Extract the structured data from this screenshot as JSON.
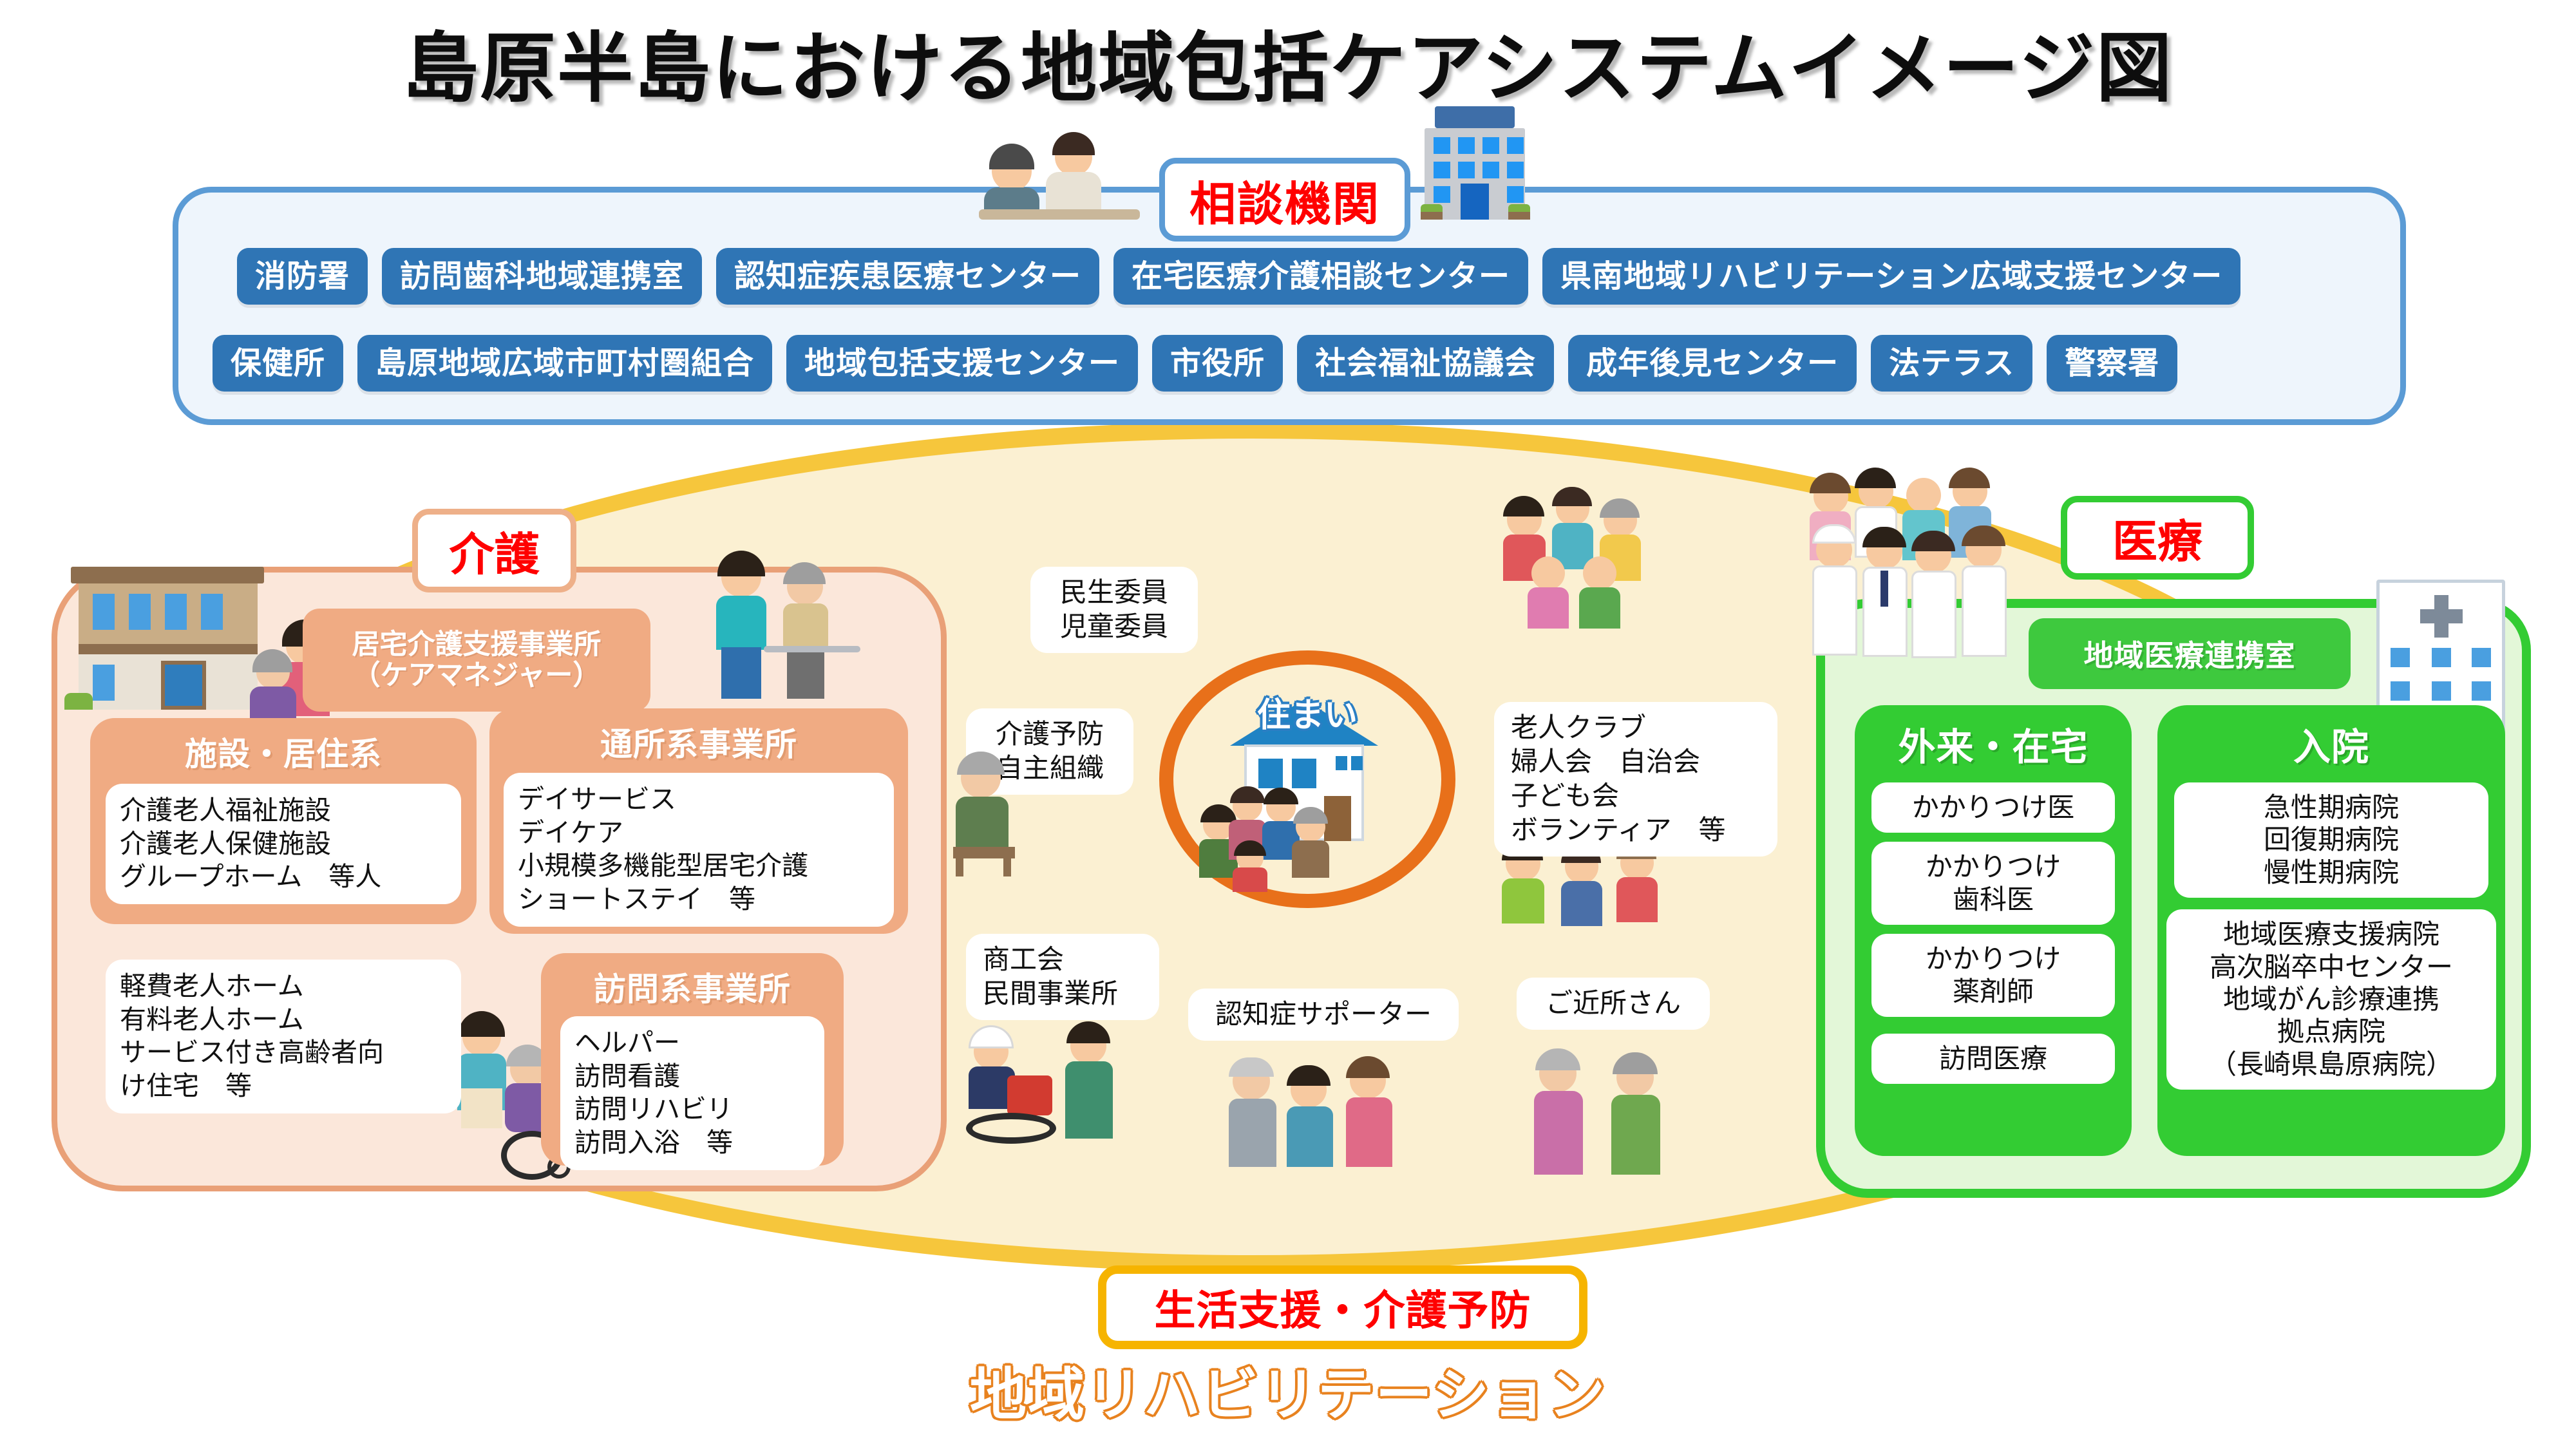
{
  "title": "島原半島における地域包括ケアシステムイメージ図",
  "consultation": {
    "label": "相談機関",
    "icons": [
      "meeting-people-icon",
      "city-hall-icon"
    ],
    "row1": [
      "消防署",
      "訪問歯科地域連携室",
      "認知症疾患医療センター",
      "在宅医療介護相談センター",
      "県南地域リハビリテーション広域支援センター"
    ],
    "row2": [
      "保健所",
      "島原地域広域市町村圏組合",
      "地域包括支援センター",
      "市役所",
      "社会福祉協議会",
      "成年後見センター",
      "法テラス",
      "警察署"
    ]
  },
  "care": {
    "label": "介護",
    "care_manager": [
      "居宅介護支援事業所",
      "（ケアマネジャー）"
    ],
    "groups": [
      {
        "title": "施設・居住系",
        "items": [
          [
            "介護老人福祉施設",
            "介護老人保健施設",
            "グループホーム　等人"
          ],
          [
            "軽費老人ホーム",
            "有料老人ホーム",
            "サービス付き高齢者向",
            "け住宅　等"
          ]
        ]
      },
      {
        "title": "通所系事業所",
        "items": [
          [
            "デイサービス",
            "デイケア",
            "小規模多機能型居宅介護",
            "ショートステイ　等"
          ]
        ]
      },
      {
        "title": "訪問系事業所",
        "items": [
          [
            "ヘルパー",
            "訪問看護",
            "訪問リハビリ",
            "訪問入浴　等"
          ]
        ]
      }
    ]
  },
  "center": {
    "home_label": "住まい",
    "boxes": [
      {
        "name": "minsei-iin",
        "lines": [
          "民生委員",
          "児童委員"
        ]
      },
      {
        "name": "kaigo-yobou",
        "lines": [
          "介護予防",
          "自主組織"
        ]
      },
      {
        "name": "shokokai",
        "lines": [
          "商工会",
          "民間事業所"
        ]
      },
      {
        "name": "ninchisho-supporter",
        "lines": [
          "認知症サポーター"
        ]
      },
      {
        "name": "rojin-club",
        "lines": [
          "老人クラブ",
          "婦人会　自治会",
          "子ども会",
          "ボランティア　等"
        ]
      },
      {
        "name": "gokinjo-san",
        "lines": [
          "ご近所さん"
        ]
      }
    ]
  },
  "medical": {
    "label": "医療",
    "liaison": "地域医療連携室",
    "columns": [
      {
        "title": "外来・在宅",
        "items": [
          [
            "かかりつけ医"
          ],
          [
            "かかりつけ",
            "歯科医"
          ],
          [
            "かかりつけ",
            "薬剤師"
          ],
          [
            "訪問医療"
          ]
        ]
      },
      {
        "title": "入院",
        "items": [
          [
            "急性期病院",
            "回復期病院",
            "慢性期病院"
          ],
          [
            "地域医療支援病院",
            "高次脳卒中センター",
            "地域がん診療連携",
            "拠点病院",
            "（長崎県島原病院）"
          ]
        ]
      }
    ]
  },
  "bottom": {
    "life_support": "生活支援・介護予防",
    "rehab": "地域リハビリテーション"
  },
  "colors": {
    "consult_blue": "#2f75b5",
    "consult_panel_border": "#5b9bd5",
    "care_orange": "#f0ab83",
    "care_zone_bg": "#fbe7da",
    "medical_green": "#33cc33",
    "medical_zone_bg": "#e3f7d8",
    "community_yellow": "#f6c63c",
    "community_bg": "#fbf0d2",
    "accent_red": "#ff0000",
    "rehab_orange": "#e8821f"
  }
}
